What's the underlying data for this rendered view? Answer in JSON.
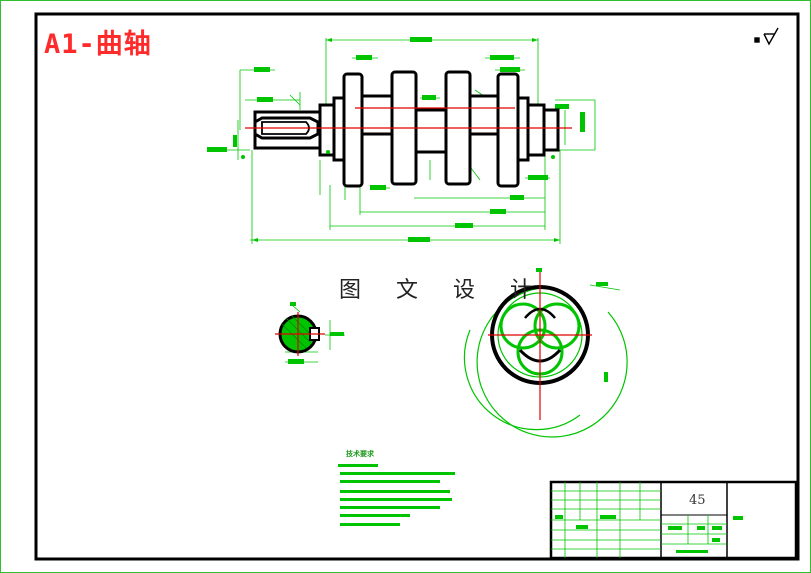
{
  "title": "A1-曲轴",
  "watermark": "图 文 设 计",
  "title_block": {
    "material": "45"
  },
  "tech_requirements_title": "技术要求",
  "colors": {
    "frame_green": "#00c400",
    "outline_black": "#000000",
    "centerline_red": "#e00000",
    "title_red": "#ff2a2a",
    "hatch_green": "#00c400"
  }
}
